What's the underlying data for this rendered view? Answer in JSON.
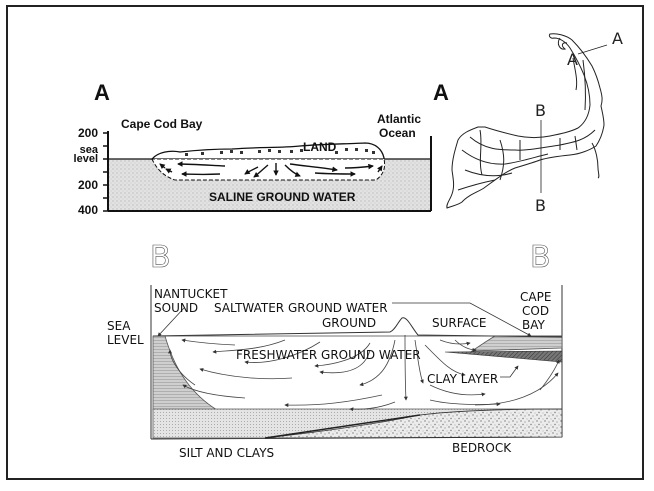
{
  "figure": {
    "panel_a": {
      "section_label": "A",
      "left_water_label": "Cape Cod Bay",
      "right_water_label_line1": "Atlantic",
      "right_water_label_line2": "Ocean",
      "land_label": "LAND",
      "saline_label": "SALINE GROUND WATER",
      "axis_ticks": [
        "200",
        "sea\nlevel",
        "200",
        "400"
      ],
      "axis_tick_top": "200",
      "axis_tick_sea_1": "sea",
      "axis_tick_sea_2": "level",
      "axis_tick_mid": "200",
      "axis_tick_bottom": "400"
    },
    "map": {
      "section_label": "A",
      "transect_a_labels": [
        "A",
        "A"
      ],
      "transect_b_labels": [
        "B",
        "B"
      ]
    },
    "panel_b": {
      "left_section_label": "B",
      "right_section_label": "B",
      "nantucket_line1": "NANTUCKET",
      "nantucket_line2": "SOUND",
      "saltwater_label": "SALTWATER GROUND WATER",
      "cape_cod_bay_line1": "CAPE",
      "cape_cod_bay_line2": "COD",
      "cape_cod_bay_line3": "BAY",
      "sea_level_line1": "SEA",
      "sea_level_line2": "LEVEL",
      "ground_label": "GROUND",
      "surface_label": "SURFACE",
      "freshwater_label": "FRESHWATER GROUND WATER",
      "clay_layer_label": "CLAY LAYER",
      "silt_label": "SILT AND CLAYS",
      "bedrock_label": "BEDROCK"
    },
    "colors": {
      "ink": "#111111",
      "saline_fill": "#d6d6d6",
      "stipple": "#bdbdbd"
    }
  }
}
